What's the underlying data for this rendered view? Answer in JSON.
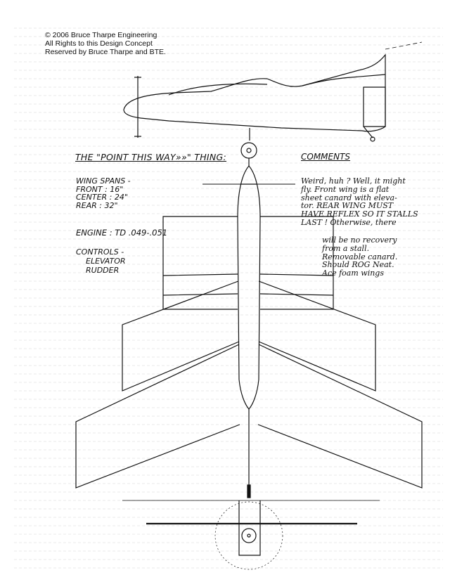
{
  "copyright": [
    "© 2006 Bruce Tharpe Engineering",
    "All Rights to this Design Concept",
    "Reserved by Bruce Tharpe and BTE."
  ],
  "title": "THE \"POINT THIS WAY»»\" THING:",
  "specs": [
    "WING SPANS -",
    "FRONT : 16\"",
    "CENTER : 24\"",
    "REAR : 32\""
  ],
  "engine": "ENGINE : TD .049-.051",
  "controls": {
    "heading": "CONTROLS -",
    "items": [
      "ELEVATOR",
      "RUDDER"
    ]
  },
  "comments": {
    "heading": "COMMENTS",
    "lines_top": [
      "Weird, huh ? Well, it might",
      "fly. Front wing is a flat",
      "sheet canard with eleva-",
      "tor. REAR WING MUST",
      "HAVE REFLEX SO IT STALLS",
      "LAST ! Otherwise, there"
    ],
    "lines_bottom": [
      "will be no recovery",
      "from a stall.",
      "Removable canard.",
      "Should ROG Neat.",
      "Ace foam wings"
    ]
  }
}
